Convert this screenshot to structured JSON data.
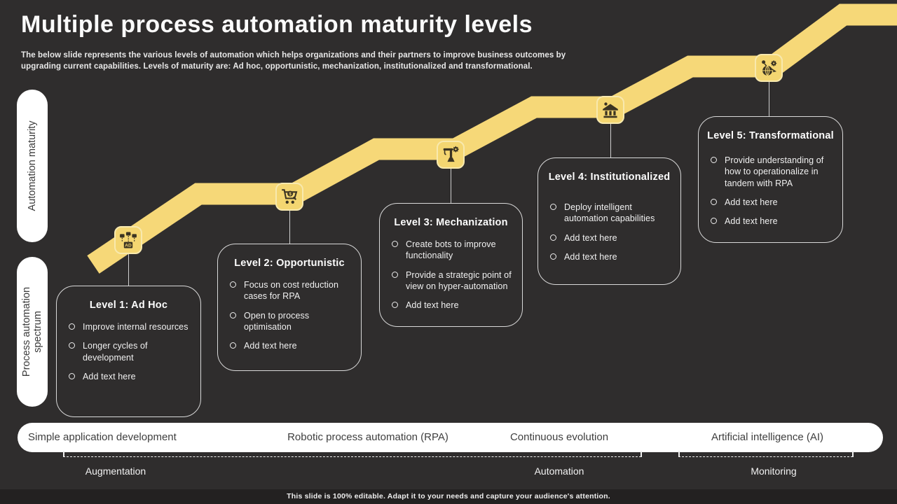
{
  "slide": {
    "title": "Multiple process automation maturity levels",
    "subtitle": "The below slide represents the various levels of automation which helps organizations and their partners to improve business outcomes by upgrading current capabilities. Levels of maturity are: Ad hoc, opportunistic, mechanization, institutionalized and transformational.",
    "footer": "This slide is 100% editable. Adapt it to your needs and capture your audience's attention."
  },
  "axis_pills": [
    {
      "label": "Automation maturity"
    },
    {
      "label": "Process automation spectrum"
    }
  ],
  "levels": [
    {
      "title": "Level 1: Ad Hoc",
      "icon": "ad-hoc-network-icon",
      "icon_label": "AD",
      "bullets": [
        "Improve internal resources",
        "Longer cycles of development",
        "Add text here"
      ]
    },
    {
      "title": "Level 2: Opportunistic",
      "icon": "shopping-cart-icon",
      "bullets": [
        "Focus on cost reduction cases for RPA",
        "Open to process optimisation",
        "Add text here"
      ]
    },
    {
      "title": "Level 3: Mechanization",
      "icon": "robotic-arm-icon",
      "bullets": [
        "Create bots to improve functionality",
        "Provide a strategic point of view on hyper-automation",
        "Add text here"
      ]
    },
    {
      "title": "Level 4: Institutionalized",
      "icon": "institution-building-icon",
      "bullets": [
        "Deploy intelligent automation capabilities",
        "Add text here",
        "Add text here"
      ]
    },
    {
      "title": "Level 5: Transformational",
      "icon": "global-transformation-icon",
      "bullets": [
        "Provide understanding of how to operationalize in tandem with RPA",
        "Add text here",
        "Add text here"
      ]
    }
  ],
  "spectrum_bar": {
    "labels": [
      "Simple application development",
      "Robotic process automation (RPA)",
      "Continuous evolution",
      "Artificial intelligence (AI)"
    ]
  },
  "phases": [
    {
      "label": "Augmentation"
    },
    {
      "label": "Automation"
    },
    {
      "label": "Monitoring"
    }
  ],
  "colors": {
    "background": "#2F2D2D",
    "accent_yellow": "#F6D878",
    "badge_border": "#F8E9AE",
    "icon_glyph": "#3A3322",
    "card_border": "#D9D9D9",
    "bar_text": "#3E3E3E",
    "footer_background": "#232121"
  }
}
